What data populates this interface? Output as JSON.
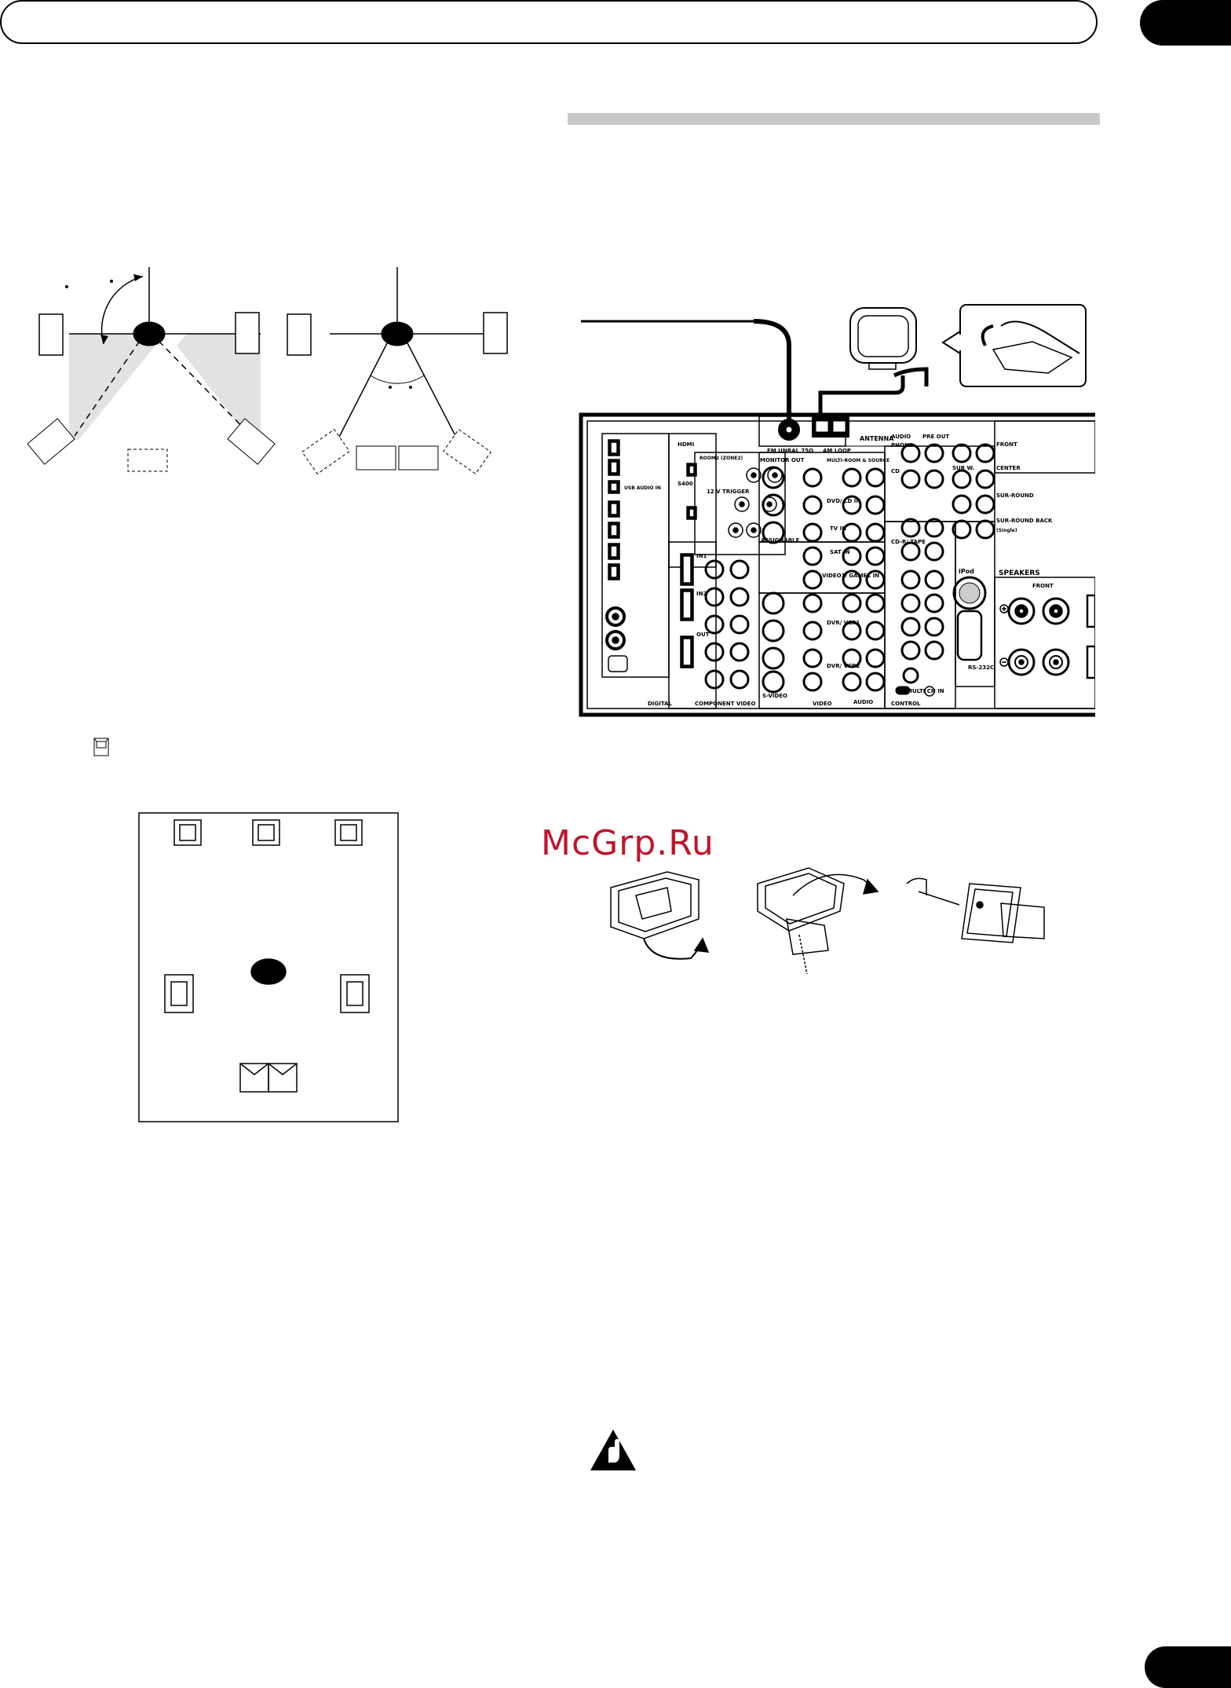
{
  "watermark": "McGrp.Ru",
  "illustrations": {
    "speaker_angle": "speaker-placement-angles",
    "room_layout": "speaker-room-layout",
    "rear_panel": "receiver-rear-panel",
    "loop_antenna": "am-loop-antenna-assembly",
    "caution": "caution-icon"
  },
  "rear_panel": {
    "antenna": "ANTENNA",
    "fm_unbal": "FM UNBAL 75Ω",
    "am_loop": "AM LOOP",
    "audio": "AUDIO",
    "pre_out": "PRE OUT",
    "phono": "PHONO",
    "cd": "CD",
    "sub_w": "SUB W.",
    "front": "FRONT",
    "center": "CENTER",
    "surround": "SUR-ROUND",
    "surround_back": "SUR-ROUND BACK",
    "single": "(Single)",
    "monitor_out": "MONITOR OUT",
    "multi_room_source": "MULTI-ROOM & SOURCE",
    "room2_zone2": "ROOM2 (ZONE2)",
    "trigger": "12 V TRIGGER",
    "dvd_ld": "DVD/ LD IN",
    "tv_in": "TV IN",
    "sat_in": "SAT IN",
    "video1_game1": "VIDEO1/ GAME1 IN",
    "dvr_vcr1": "DVR/ VCR1",
    "dvr_vcr2": "DVR/ VCR2",
    "cd_r_tape": "CD-R/ TAPE",
    "ipod": "iPod",
    "rs232c": "RS-232C",
    "speakers": "SPEAKERS",
    "speakers_front": "FRONT",
    "multi_ch_in": "MULTI CH IN",
    "control": "CONTROL",
    "digital": "DIGITAL",
    "component_video": "COMPONENT VIDEO",
    "video": "VIDEO",
    "audio_bottom": "AUDIO",
    "s_video": "S-VIDEO",
    "assignable": "ASSIGNABLE",
    "in1": "IN1",
    "in2": "IN2",
    "out": "OUT",
    "usb_audio_in": "USB AUDIO IN",
    "hdmi": "HDMI",
    "s400": "S400"
  }
}
